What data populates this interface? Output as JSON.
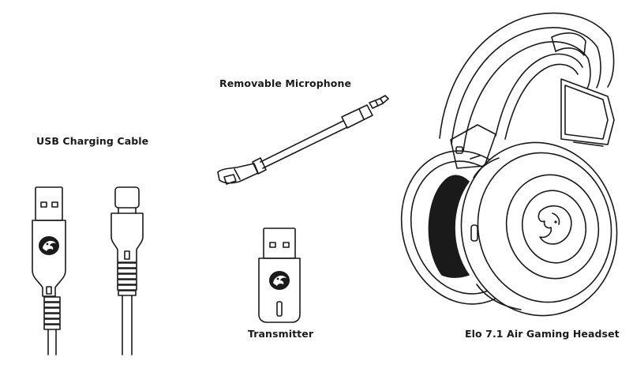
{
  "labels": {
    "usb_cable": "USB Charging Cable",
    "microphone": "Removable Microphone",
    "transmitter": "Transmitter",
    "headset": "Elo 7.1 Air Gaming Headset"
  },
  "icons": {
    "usb_cable": "usb-cable-icon",
    "microphone": "microphone-icon",
    "transmitter": "usb-transmitter-icon",
    "headset": "headset-icon",
    "logo": "roccat-logo-icon"
  },
  "colors": {
    "line": "#1a1a1a",
    "background": "#ffffff"
  }
}
